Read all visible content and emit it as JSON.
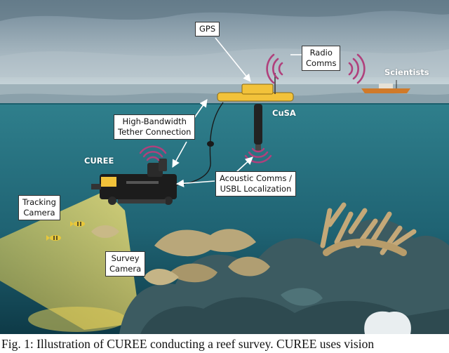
{
  "labels": {
    "gps": "GPS",
    "radio_comms": "Radio\nComms",
    "scientists": "Scientists",
    "cusa": "CuSA",
    "tether": "High-Bandwidth\nTether Connection",
    "curee": "CUREE",
    "acoustic": "Acoustic Comms /\nUSBL Localization",
    "tracking_camera": "Tracking\nCamera",
    "survey_camera": "Survey\nCamera"
  },
  "caption": "Fig. 1: Illustration of CUREE conducting a reef survey. CUREE uses vision",
  "colors": {
    "sky_top": "#6f8696",
    "sky_bottom": "#c6d3d8",
    "sea_surface": "#9fb2ba",
    "water_top": "#2f7f8c",
    "water_bottom": "#0e3a47",
    "signal": "#b0407c",
    "buoy": "#f2c23a",
    "boat": "#d07a2a",
    "coral": "#b9a77a",
    "camera_beam": "#e8d35a"
  },
  "icons": [
    "radio-wave-icon",
    "acoustic-wave-icon"
  ]
}
